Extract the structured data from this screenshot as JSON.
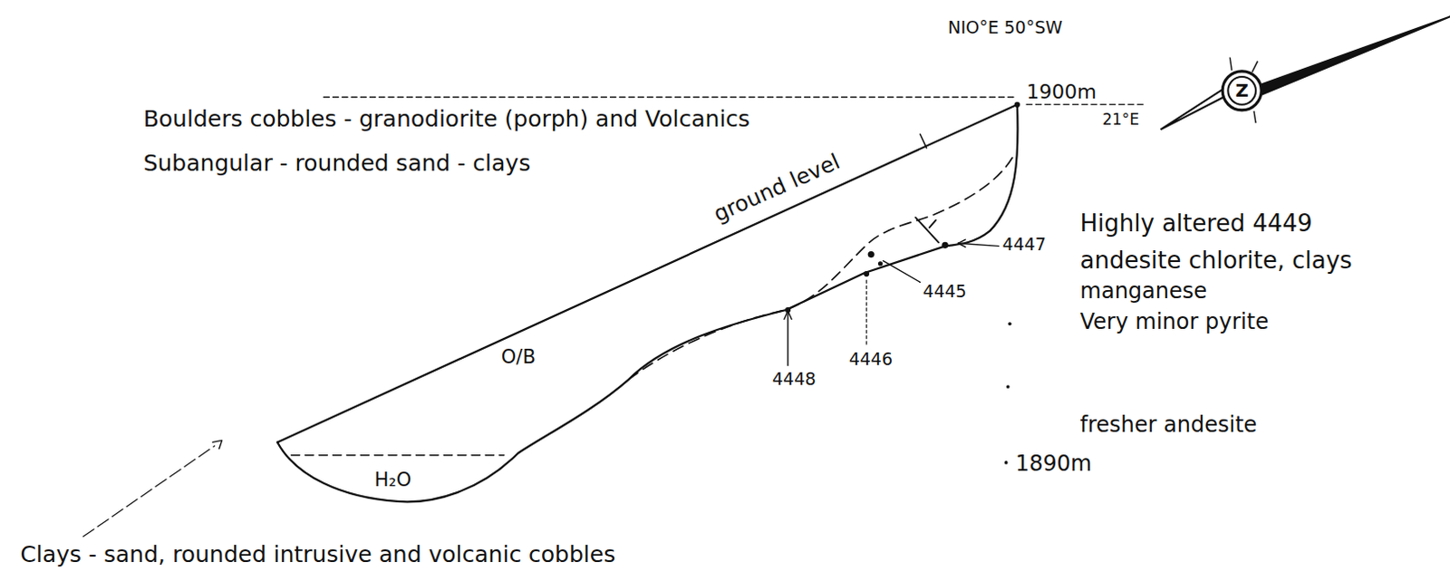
{
  "diagram": {
    "labels": [
      "NIO°E 50°SW",
      "1900m",
      "21°E",
      "Z",
      "Boulders cobbles - granodiorite (porph) and Volcanics",
      "Subangular - rounded sand - clays",
      "ground level",
      "O/B",
      "H₂O",
      "Highly altered 4449",
      "andesite chlorite, clays",
      "manganese",
      "Very minor pyrite",
      "4447",
      "4445",
      "4446",
      "4448",
      "fresher andesite",
      "1890m",
      "Clays - sand, rounded intrusive and volcanic cobbles"
    ]
  }
}
